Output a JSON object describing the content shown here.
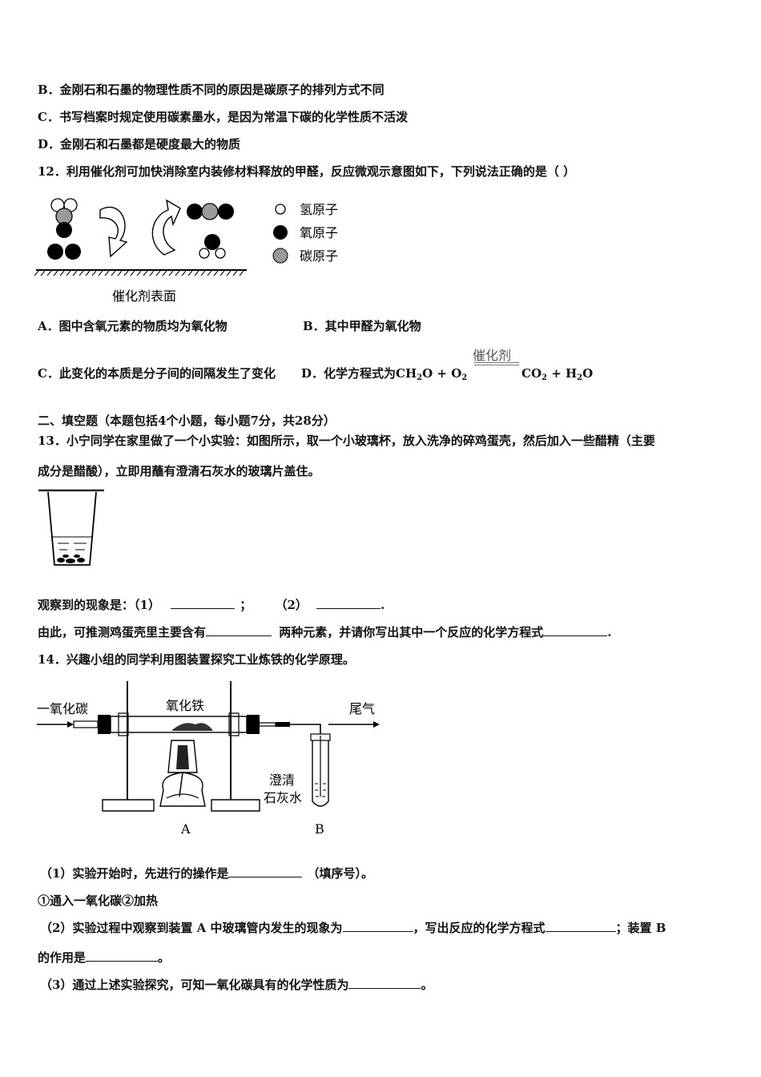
{
  "lines": {
    "b11": "B．金刚石和石墨的物理性质不同的原因是碳原子的排列方式不同",
    "c11": "C．书写档案时规定使用碳素墨水，是因为常温下碳的化学性质不活泼",
    "d11": "D．金刚石和石墨都是硬度最大的物质",
    "q12": "12．利用催化剂可加快消除室内装修材料释放的甲醛，反应微观示意图如下，下列说法正确的是（ ）",
    "a12": "A．图中含氧元素的物质均为氧化物",
    "b12": "B．其中甲醛为氧化物",
    "c12": "C．此变化的本质是分子间的间隔发生了变化",
    "d12_prefix": "D．化学方程式为",
    "section2": "二、填空题（本题包括4个小题，每小题7分，共28分）",
    "q13_1": "13．小宁同学在家里做了一个小实验：如图所示，取一个小玻璃杯，放入洗净的碎鸡蛋壳，然后加入一些醋精（主要",
    "q13_2": "成分是醋酸），立即用蘸有澄清石灰水的玻璃片盖住。",
    "q13_obs_a": "观察到的现象是：（1）",
    "q13_obs_b": "；",
    "q13_obs_c": "（2）",
    "q13_obs_d": ".",
    "q13_infer_a": "由此，可推测鸡蛋壳里主要含有",
    "q13_infer_b": "两种元素，并请你写出其中一个反应的化学方程式",
    "q13_infer_c": ".",
    "q14": "14．兴趣小组的同学利用图装置探究工业炼铁的化学原理。",
    "q14_1a": "（1）实验开始时，先进行的操作是",
    "q14_1b": "（填序号）。",
    "q14_opts": "①通入一氧化碳②加热",
    "q14_2a": "（2）实验过程中观察到装置 A 中玻璃管内发生的现象为",
    "q14_2b": "，写出反应的化学方程式",
    "q14_2c": "；装置 B",
    "q14_2d": "的作用是",
    "q14_2e": "。",
    "q14_3a": "（3）通过上述实验探究，可知一氧化碳具有的化学性质为",
    "q14_3b": "。"
  },
  "equation": {
    "catalyst": "催化剂",
    "reactant_1": "CH",
    "reactant_1_sub": "2",
    "reactant_1_tail": "O + O",
    "reactant_2_sub": "2",
    "product_1": "CO",
    "product_1_sub": "2",
    "product_2": " + H",
    "product_2_sub": "2",
    "product_2_tail": "O"
  },
  "figure12": {
    "legend": [
      "氢原子",
      "氧原子",
      "碳原子"
    ],
    "caption": "催化剂表面",
    "colors": {
      "hydrogen": "#ffffff",
      "oxygen": "#000000",
      "carbon": "#9a9a9a"
    }
  },
  "figure14": {
    "label_co": "一氧化碳",
    "label_fe2o3": "氧化铁",
    "label_tail": "尾气",
    "label_lime_1": "澄清",
    "label_lime_2": "石灰水",
    "label_a": "A",
    "label_b": "B"
  }
}
